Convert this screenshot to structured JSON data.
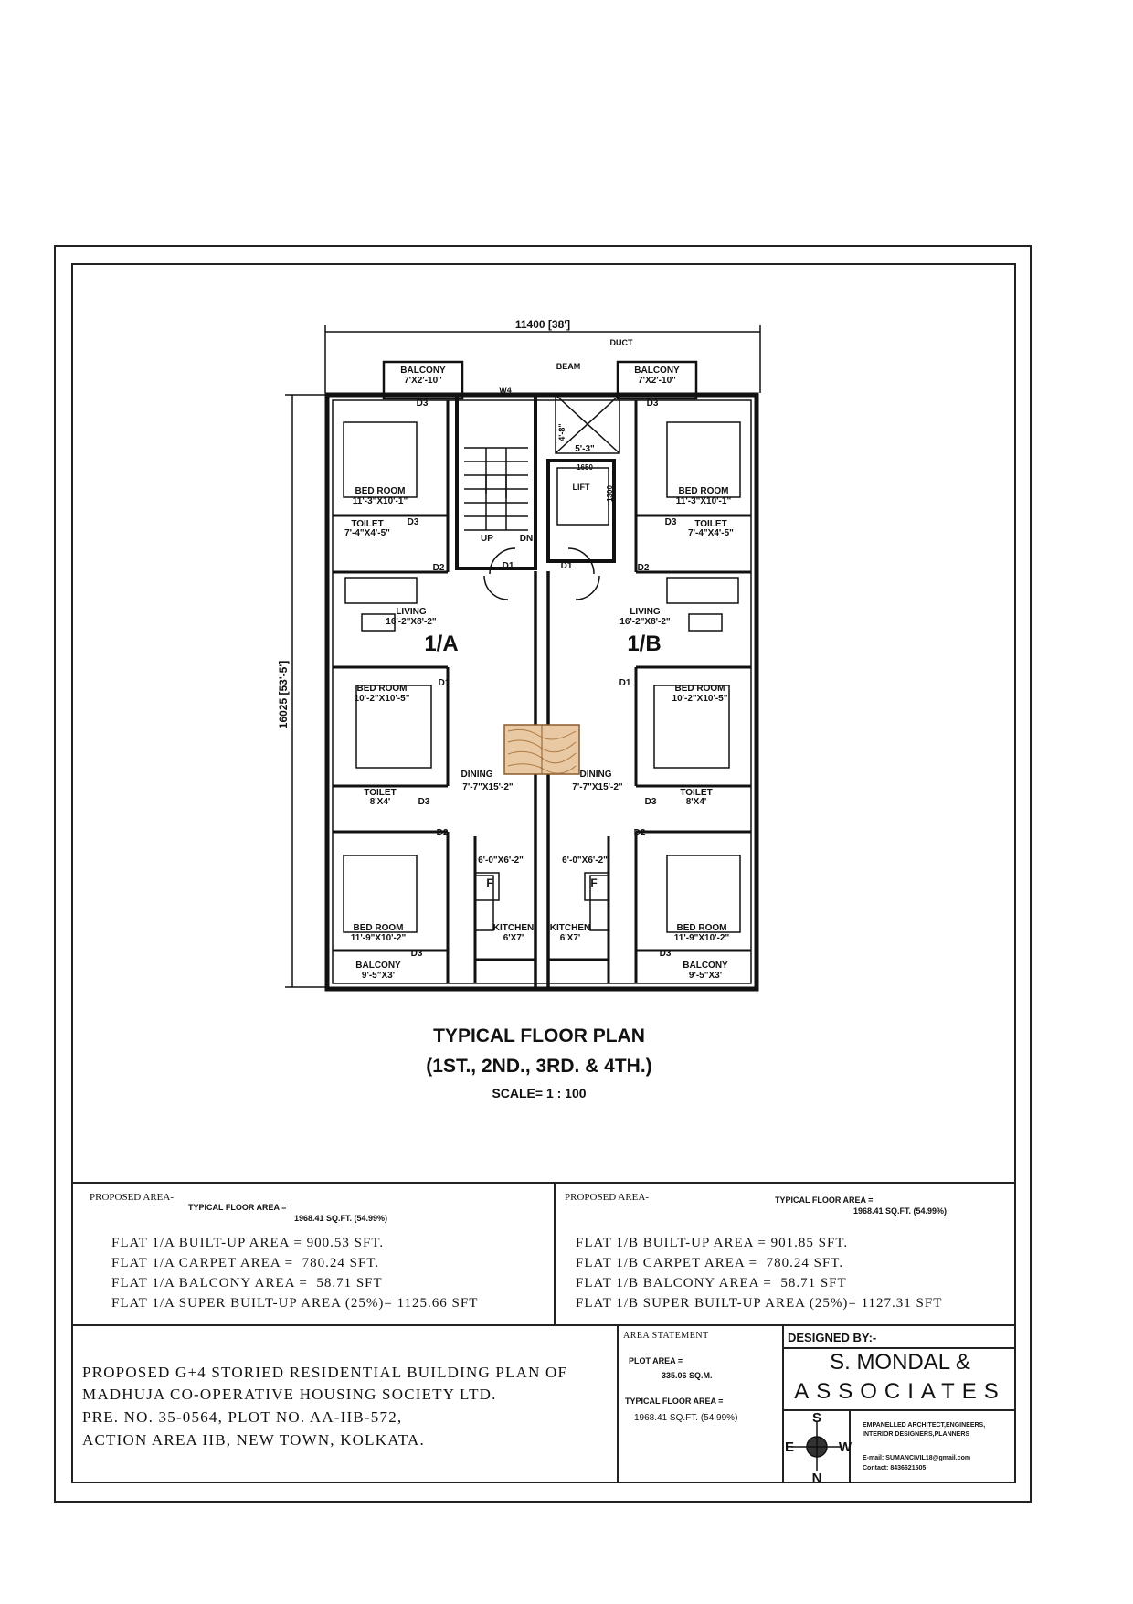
{
  "dimensions": {
    "width_label": "11400 [38']",
    "height_label": "16025 [53'-5']"
  },
  "rooms": {
    "balcony_top": "BALCONY",
    "balcony_top_size": "7'X2'-10\"",
    "bed_top": "BED ROOM",
    "bed_top_size": "11'-3\"X10'-1\"",
    "toilet_top": "TOILET",
    "toilet_top_size": "7'-4\"X4'-5\"",
    "living": "LIVING",
    "living_size": "16'-2\"X8'-2\"",
    "bed_mid": "BED ROOM",
    "bed_mid_size": "10'-2\"X10'-5\"",
    "dining": "DINING",
    "dining_size": "7'-7\"X15'-2\"",
    "toilet_low": "TOILET",
    "toilet_low_size": "8'X4'",
    "bed_low": "BED ROOM",
    "bed_low_size": "11'-9\"X10'-2\"",
    "balcony_low": "BALCONY",
    "balcony_low_size": "9'-5\"X3'",
    "kitchen": "KITCHEN",
    "kitchen_size": "6'X7'",
    "store_size": "6'-0\"X6'-2\"",
    "fridge": "F",
    "flat_a": "1/A",
    "flat_b": "1/B",
    "lift": "LIFT",
    "lift_dim_w": "1650",
    "lift_dim_h": "1300",
    "up": "UP",
    "dn": "DN",
    "duct": "DUCT",
    "beam": "BEAM",
    "w4": "W4",
    "d1": "D1",
    "d2": "D2",
    "d3": "D3",
    "dim_4_8": "4'-8\"",
    "dim_5_3": "5'-3\""
  },
  "plan_title": {
    "line1": "TYPICAL FLOOR PLAN",
    "line2": "(1ST., 2ND., 3RD. & 4TH.)",
    "scale": "SCALE= 1 : 100"
  },
  "area_left": {
    "heading": "PROPOSED AREA-",
    "typical_label": "TYPICAL FLOOR AREA =",
    "typical_value": "1968.41 SQ.FT. (54.99%)",
    "lines": [
      "FLAT 1/A BUILT-UP AREA = 900.53 SFT.",
      "FLAT 1/A CARPET AREA =  780.24 SFT.",
      "FLAT 1/A BALCONY AREA =  58.71 SFT",
      "FLAT 1/A SUPER BUILT-UP AREA (25%)= 1125.66 SFT"
    ]
  },
  "area_right": {
    "heading": "PROPOSED AREA-",
    "typical_label": "TYPICAL FLOOR AREA =",
    "typical_value": "1968.41 SQ.FT. (54.99%)",
    "lines": [
      "FLAT 1/B BUILT-UP AREA = 901.85 SFT.",
      "FLAT 1/B CARPET AREA =  780.24 SFT.",
      "FLAT 1/B BALCONY AREA =  58.71 SFT",
      "FLAT 1/B SUPER BUILT-UP AREA (25%)= 1127.31 SFT"
    ]
  },
  "project": {
    "lines": [
      "PROPOSED G+4 STORIED RESIDENTIAL BUILDING PLAN OF",
      "MADHUJA CO-OPERATIVE HOUSING SOCIETY LTD.",
      "PRE. NO. 35-0564, PLOT NO. AA-IIB-572,",
      "ACTION AREA IIB, NEW TOWN, KOLKATA."
    ]
  },
  "area_statement": {
    "heading": "AREA STATEMENT",
    "plot_label": "PLOT AREA =",
    "plot_value": "335.06 SQ.M.",
    "floor_label": "TYPICAL FLOOR AREA =",
    "floor_value": "1968.41 SQ.FT. (54.99%)"
  },
  "designer": {
    "heading": "DESIGNED BY:-",
    "name_line1": "S. MONDAL &",
    "name_line2": "ASSOCIATES",
    "desc1": "EMPANELLED ARCHITECT,ENGINEERS,",
    "desc2": "INTERIOR DESIGNERS,PLANNERS",
    "email": "E-mail: SUMANCIVIL18@gmail.com",
    "contact": "Contact: 8436621505",
    "compass": {
      "n": "N",
      "s": "S",
      "e": "E",
      "w": "W"
    }
  }
}
